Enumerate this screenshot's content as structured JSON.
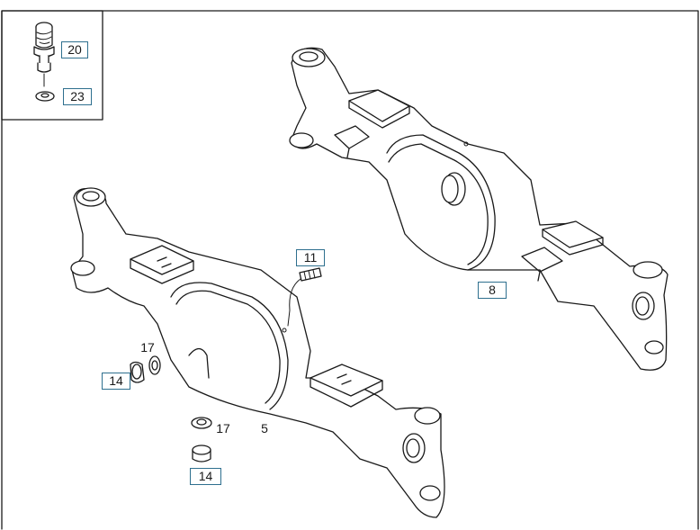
{
  "callouts": {
    "c20": "20",
    "c23": "23",
    "c11": "11",
    "c8": "8",
    "c17a": "17",
    "c14a": "14",
    "c17b": "17",
    "c5": "5",
    "c14b": "14"
  },
  "colors": {
    "line": "#1a1a1a",
    "callout_border": "#2e6f8e"
  }
}
